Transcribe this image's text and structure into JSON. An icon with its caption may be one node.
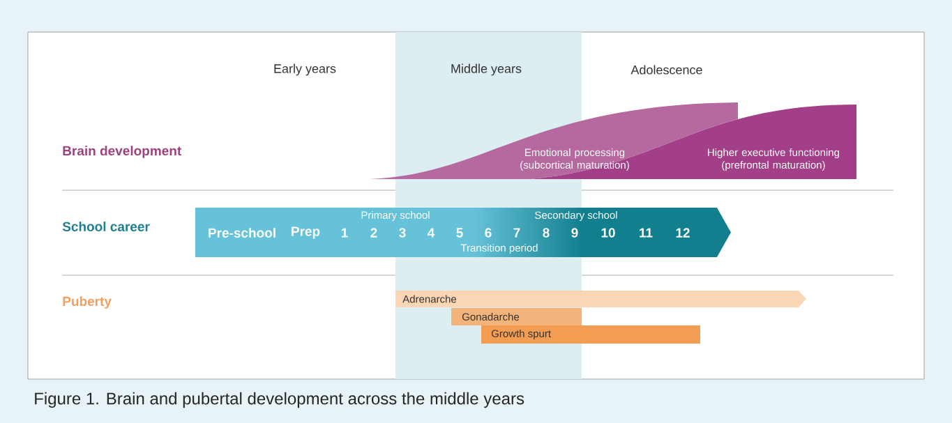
{
  "diagram": {
    "caption": "Figure 1. Brain and pubertal development across the middle years",
    "nodes": [
      {
        "text": [
          "Middle years"
        ]
      },
      {
        "text": [
          "Emotional processing (subcortical maturation)"
        ]
      },
      {
        "text": [
          "Higher executive functioning (prefrontal maturation)"
        ]
      },
      {
        "text": [
          "Primary school",
          "Secondary school",
          "Pre-school",
          "Prep",
          "1",
          "2",
          "3",
          "4",
          "5",
          "6",
          "7",
          "8",
          "9",
          "10",
          "11",
          "12",
          "Transition period"
        ]
      },
      {
        "text": [
          "Adrenarche"
        ]
      },
      {
        "text": [
          "Gonadarche"
        ],
        "in": 0
      },
      {
        "text": [
          "Growth spurt"
        ]
      }
    ],
    "labels": [
      "Early years",
      "Adolescence",
      "Brain development",
      "School career",
      "Puberty"
    ]
  }
}
